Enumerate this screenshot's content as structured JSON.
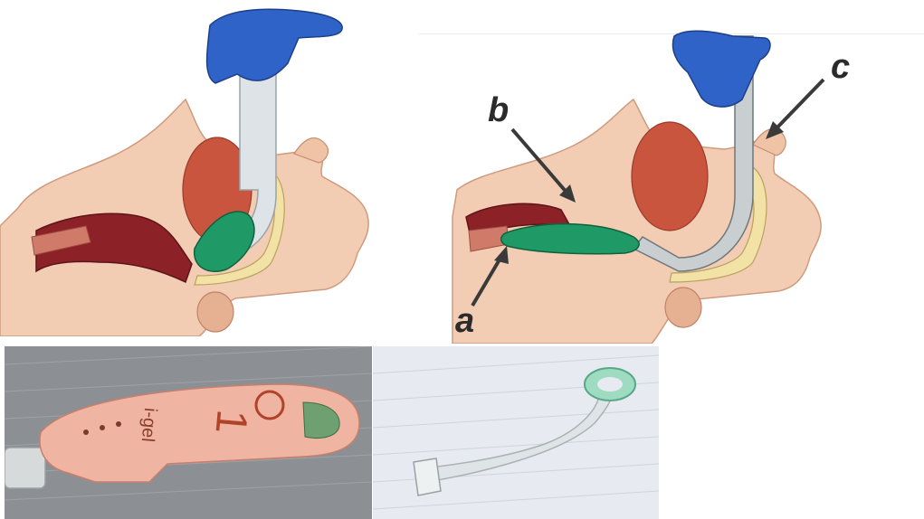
{
  "labels": {
    "a": "a",
    "b": "b",
    "c": "c"
  },
  "device_marking": {
    "brand": "i-gel",
    "size": "1"
  },
  "colors": {
    "skin": "#f2cdb4",
    "skin_shadow": "#d99f82",
    "airway": "#8c2228",
    "tongue": "#c9553f",
    "cuff_green": "#1f9a66",
    "glove_blue": "#2f63c8",
    "case_pink": "#f0b4a2",
    "tube_clear": "#dde3e6",
    "arrow": "#3a3a3a"
  },
  "icons": [
    "arrow-a-icon",
    "arrow-b-icon",
    "arrow-c-icon"
  ]
}
